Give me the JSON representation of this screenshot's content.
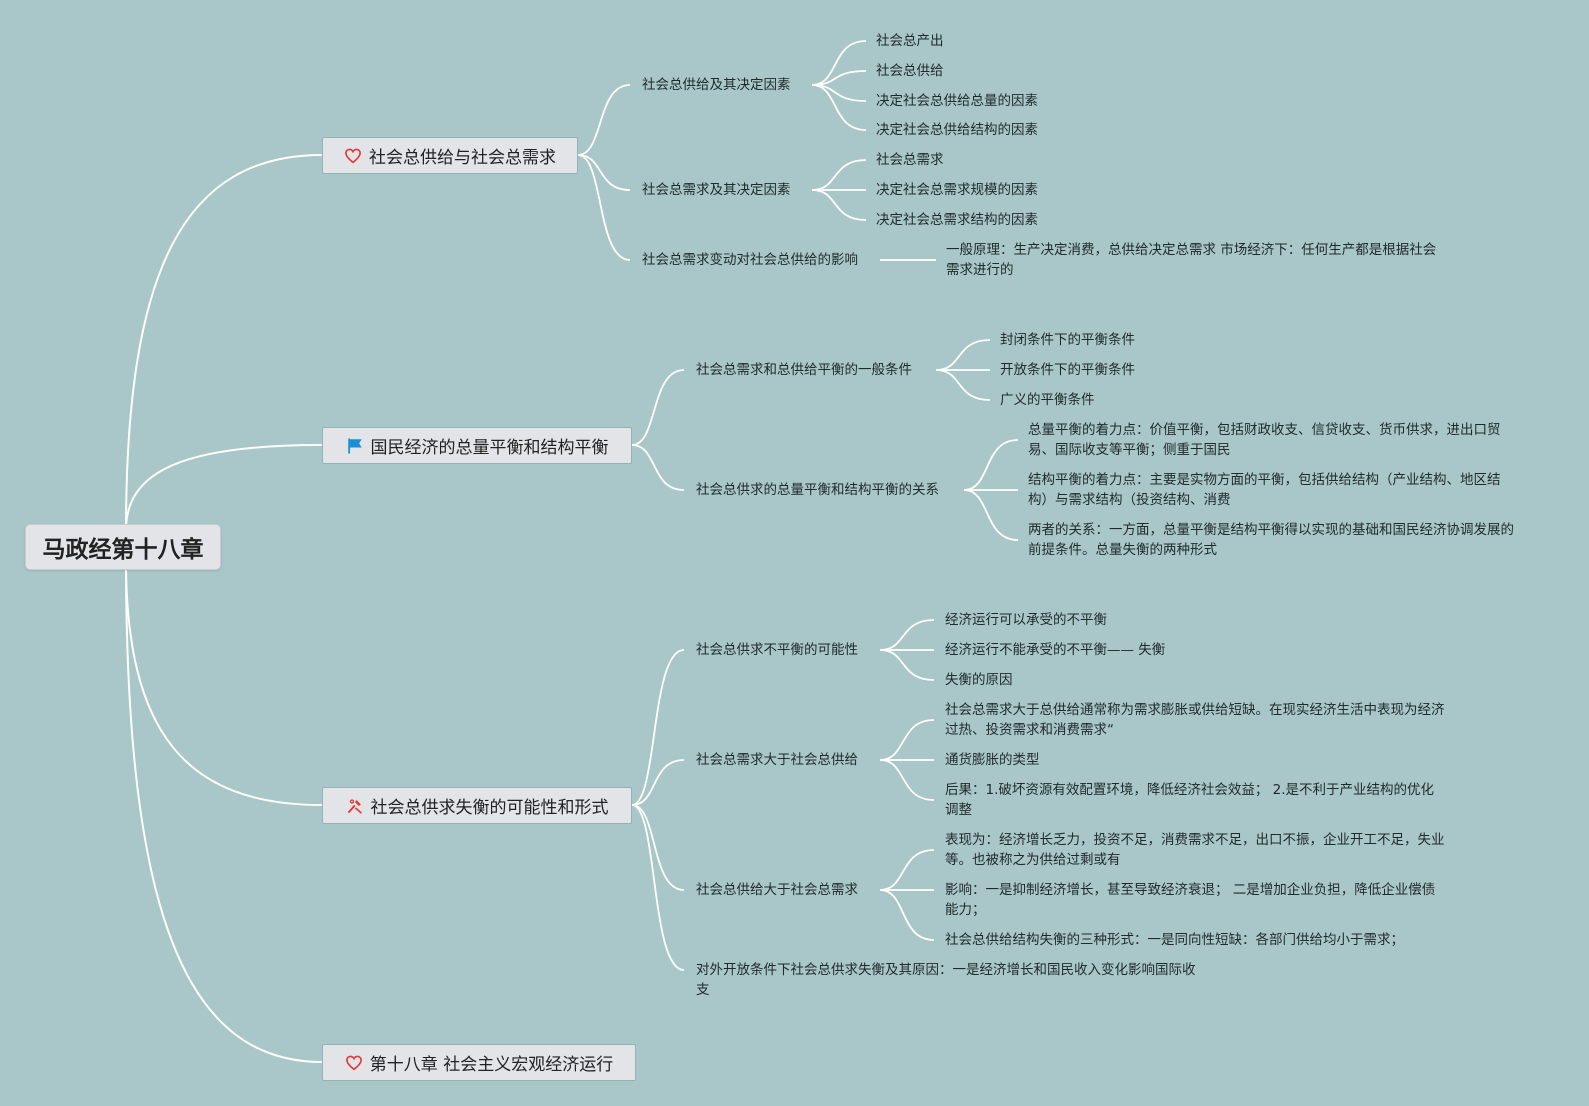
{
  "root": {
    "label": "马政经第十八章"
  },
  "branches": [
    {
      "label": "社会总供给与社会总需求",
      "icon": "heart-icon",
      "children": [
        {
          "label": "社会总供给及其决定因素",
          "children": [
            "社会总产出",
            "社会总供给",
            "决定社会总供给总量的因素",
            "决定社会总供给结构的因素"
          ]
        },
        {
          "label": "社会总需求及其决定因素",
          "children": [
            "社会总需求",
            "决定社会总需求规模的因素",
            "决定社会总需求结构的因素"
          ]
        },
        {
          "label": "社会总需求变动对社会总供给的影响",
          "children": [
            "一般原理：生产决定消费，总供给决定总需求 市场经济下：任何生产都是根据社会需求进行的"
          ]
        }
      ]
    },
    {
      "label": "国民经济的总量平衡和结构平衡",
      "icon": "flag-icon",
      "children": [
        {
          "label": "社会总需求和总供给平衡的一般条件",
          "children": [
            "封闭条件下的平衡条件",
            "开放条件下的平衡条件",
            "广义的平衡条件"
          ]
        },
        {
          "label": "社会总供求的总量平衡和结构平衡的关系",
          "children": [
            "总量平衡的着力点：价值平衡，包括财政收支、信贷收支、货币供求，进出口贸易、国际收支等平衡；侧重于国民",
            "结构平衡的着力点：主要是实物方面的平衡，包括供给结构（产业结构、地区结构）与需求结构（投资结构、消费",
            "两者的关系：一方面，总量平衡是结构平衡得以实现的基础和国民经济协调发展的前提条件。总量失衡的两种形式"
          ]
        }
      ]
    },
    {
      "label": "社会总供求失衡的可能性和形式",
      "icon": "tools-icon",
      "children": [
        {
          "label": "社会总供求不平衡的可能性",
          "children": [
            "经济运行可以承受的不平衡",
            "经济运行不能承受的不平衡—— 失衡",
            "失衡的原因"
          ]
        },
        {
          "label": "社会总需求大于社会总供给",
          "children": [
            "社会总需求大于总供给通常称为需求膨胀或供给短缺。在现实经济生活中表现为经济过热、投资需求和消费需求“",
            "通货膨胀的类型",
            "后果：1.破坏资源有效配置环境，降低经济社会效益； 2.是不利于产业结构的优化调整"
          ]
        },
        {
          "label": "社会总供给大于社会总需求",
          "children": [
            "表现为：经济增长乏力，投资不足，消费需求不足，出口不振，企业开工不足，失业等。也被称之为供给过剩或有",
            "影响：一是抑制经济增长，甚至导致经济衰退； 二是增加企业负担，降低企业偿债能力；",
            "社会总供给结构失衡的三种形式：一是同向性短缺：各部门供给均小于需求；"
          ]
        },
        {
          "label": "对外开放条件下社会总供求失衡及其原因：一是经济增长和国民收入变化影响国际收支",
          "children": []
        }
      ]
    },
    {
      "label": "第十八章 社会主义宏观经济运行",
      "icon": "heart-icon",
      "children": []
    }
  ]
}
